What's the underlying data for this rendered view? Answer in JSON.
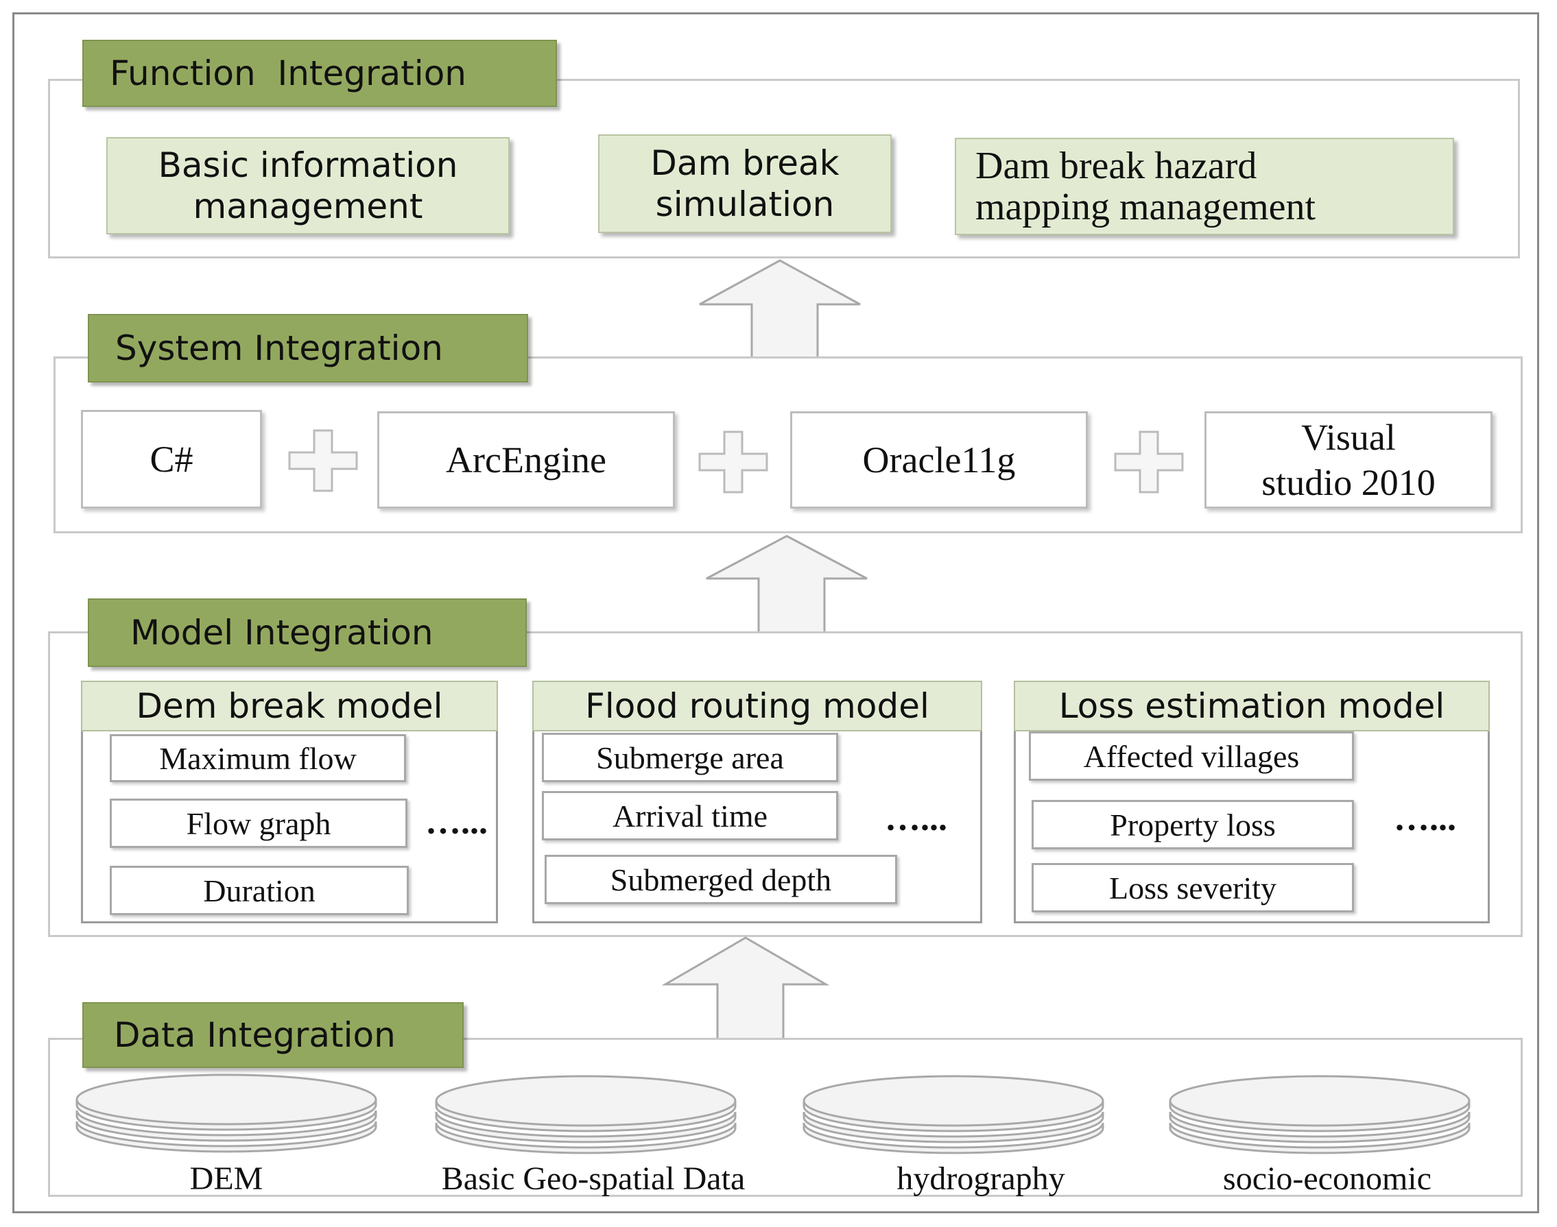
{
  "layers": {
    "function": {
      "title": "Function  Integration",
      "boxes": [
        {
          "lines": [
            "Basic information",
            "management"
          ]
        },
        {
          "lines": [
            "Dam break",
            "simulation"
          ]
        },
        {
          "lines": [
            "Dam break hazard",
            "mapping management"
          ]
        }
      ]
    },
    "system": {
      "title": "System Integration",
      "components": [
        {
          "lines": [
            "C#"
          ]
        },
        {
          "lines": [
            "ArcEngine"
          ]
        },
        {
          "lines": [
            "Oracle11g"
          ]
        },
        {
          "lines": [
            "Visual",
            "studio 2010"
          ]
        }
      ]
    },
    "model": {
      "title": "Model Integration",
      "models": [
        {
          "title": "Dem break model",
          "items": [
            "Maximum flow",
            "Flow graph",
            "Duration"
          ],
          "ellipsis": "…..."
        },
        {
          "title": "Flood routing model",
          "items": [
            "Submerge area",
            "Arrival time",
            "Submerged depth"
          ],
          "ellipsis": "…..."
        },
        {
          "title": "Loss estimation model",
          "items": [
            "Affected villages",
            "Property loss",
            "Loss severity"
          ],
          "ellipsis": "…..."
        }
      ]
    },
    "data": {
      "title": "Data Integration",
      "sources": [
        "DEM",
        "Basic Geo-spatial Data",
        "hydrography",
        "socio-economic"
      ]
    }
  },
  "colors": {
    "title_tag": "#93a85f",
    "function_box": "#e2ebd2",
    "model_header": "#e3ebd4",
    "panel_border": "#c9c9c9",
    "arrow_fill": "#f4f4f4"
  }
}
